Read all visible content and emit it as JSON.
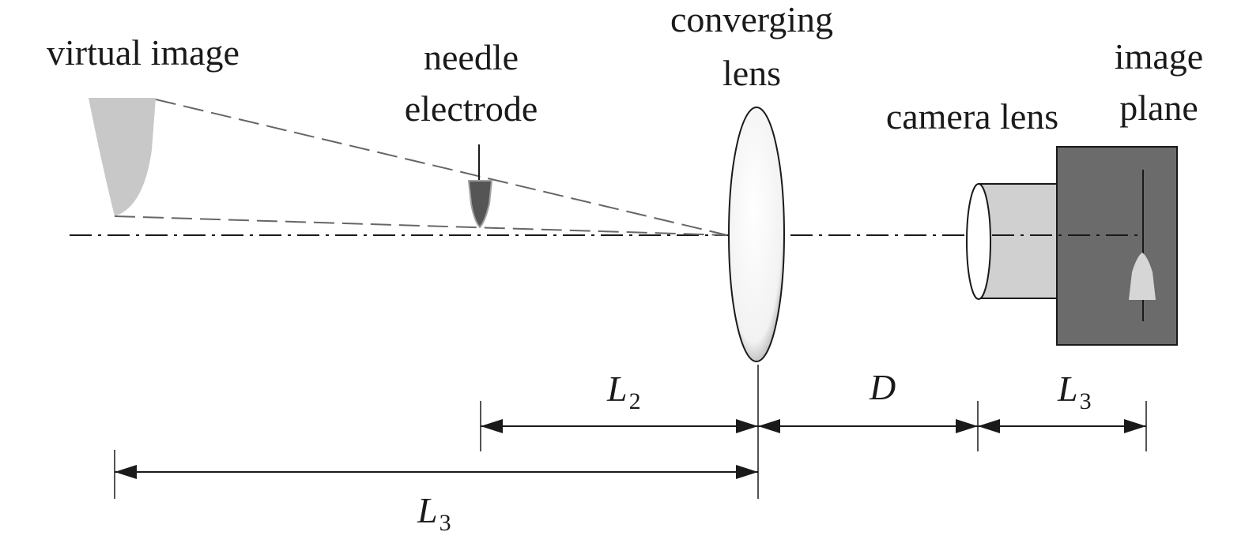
{
  "labels": {
    "virtual_image": "virtual image",
    "needle_line1": "needle",
    "needle_line2": "electrode",
    "converging_line1": "converging",
    "converging_line2": "lens",
    "camera_lens": "camera lens",
    "image_plane_line1": "image",
    "image_plane_line2": "plane"
  },
  "dimensions": {
    "l2": {
      "symbol": "L",
      "subscript": "2"
    },
    "d": {
      "symbol": "D"
    },
    "l3_right": {
      "symbol": "L",
      "subscript": "3"
    },
    "l3_bottom": {
      "symbol": "L",
      "subscript": "3"
    }
  },
  "colors": {
    "virtual_image_fill": "#c8c8c8",
    "needle_fill": "#555555",
    "camera_barrel_fill": "#d0d0d0",
    "camera_body_fill": "#6b6b6b",
    "image_fill": "#d6d6d6",
    "line": "#1a1a1a",
    "dash_ray": "#666666"
  }
}
